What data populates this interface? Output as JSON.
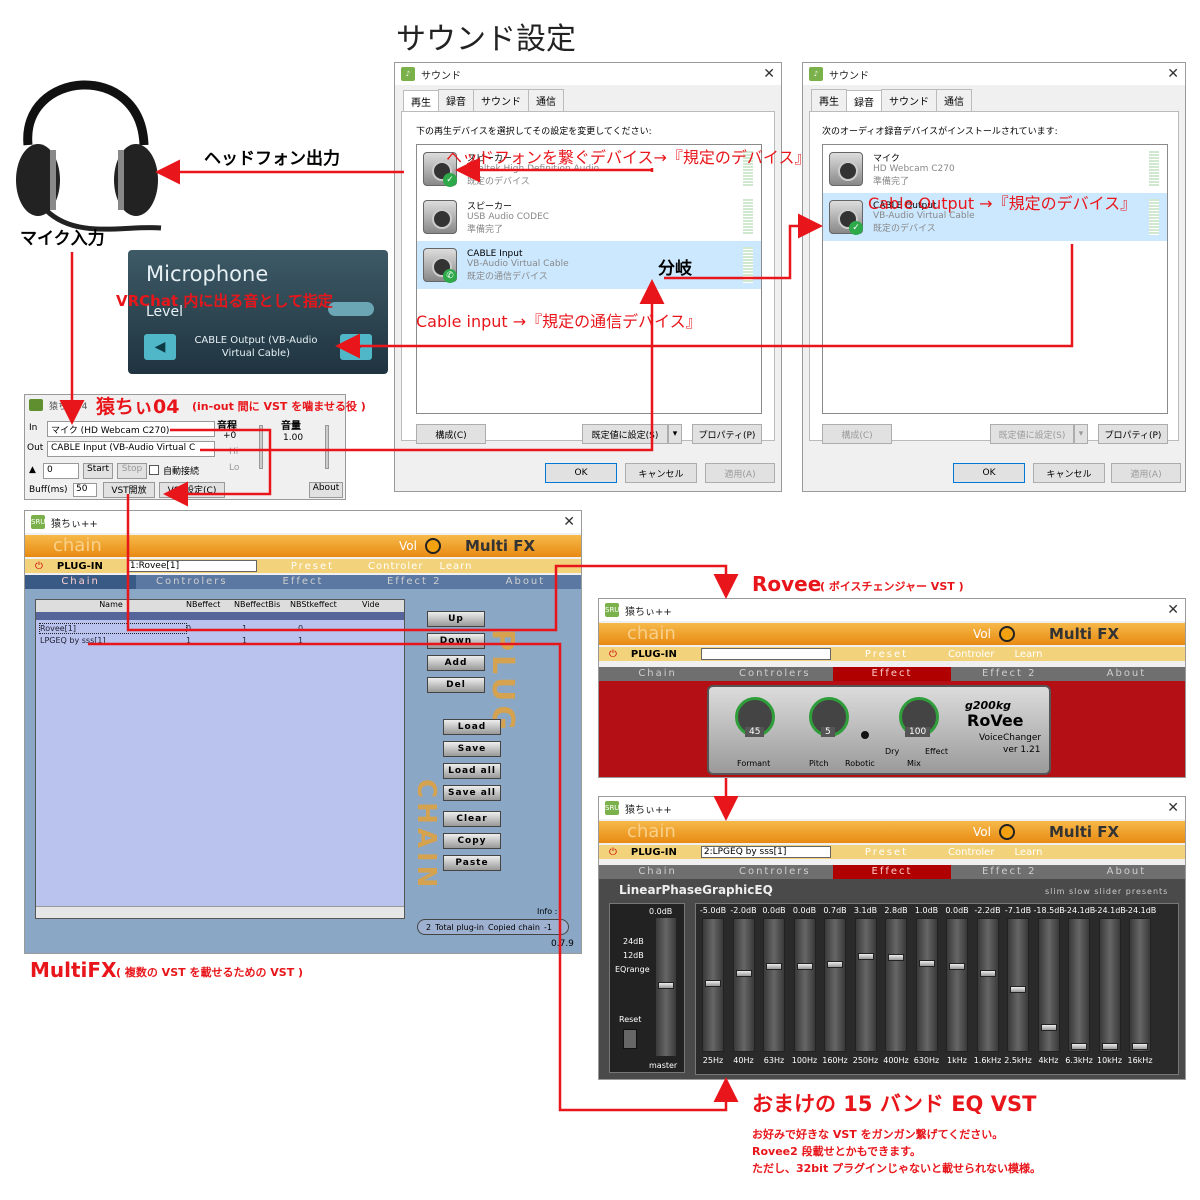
{
  "heading": "サウンド設定",
  "headphone": {
    "out_label": "ヘッドフォン出力",
    "mic_label": "マイク入力"
  },
  "playback_window": {
    "title": "サウンド",
    "tabs": [
      "再生",
      "録音",
      "サウンド",
      "通信"
    ],
    "instruction": "下の再生デバイスを選択してその設定を変更してください:",
    "devices": [
      {
        "name": "スピーカー",
        "desc": "Realtek High Definition Audio",
        "status": "既定のデバイス"
      },
      {
        "name": "スピーカー",
        "desc": "USB Audio CODEC",
        "status": "準備完了"
      },
      {
        "name": "CABLE Input",
        "desc": "VB-Audio Virtual Cable",
        "status": "既定の通信デバイス"
      }
    ],
    "configure": "構成(C)",
    "set_default": "既定値に設定(S)",
    "properties": "プロパティ(P)",
    "ok": "OK",
    "cancel": "キャンセル",
    "apply": "適用(A)"
  },
  "recording_window": {
    "title": "サウンド",
    "tabs": [
      "再生",
      "録音",
      "サウンド",
      "通信"
    ],
    "instruction": "次のオーディオ録音デバイスがインストールされています:",
    "devices": [
      {
        "name": "マイク",
        "desc": "HD Webcam C270",
        "status": "準備完了"
      },
      {
        "name": "CABLE Output",
        "desc": "VB-Audio Virtual Cable",
        "status": "既定のデバイス"
      }
    ],
    "configure": "構成(C)",
    "set_default": "既定値に設定(S)",
    "properties": "プロパティ(P)",
    "ok": "OK",
    "cancel": "キャンセル",
    "apply": "適用(A)"
  },
  "annotations": {
    "headphone_default": "ヘッドフォンを繋ぐデバイス→『規定のデバイス』",
    "cable_output_default": "Cable Output →『規定のデバイス』",
    "branch": "分岐",
    "cable_input_comm": "Cable input →『規定の通信デバイス』",
    "vrchat_mic": "VRChat 内に出る音として指定",
    "saruchi_title": "猿ちぃ04",
    "saruchi_sub": "(in-out 間に VST を噛ませる役 )",
    "rovee_title": "Rovee",
    "rovee_sub": "( ボイスチェンジャー VST )",
    "multifx_title": "MultiFX",
    "multifx_sub": "( 複数の VST を載せるための VST )",
    "eq_title": "おまけの 15 バンド EQ VST",
    "eq_note1": "お好みで好きな VST をガンガン繋げてください。",
    "eq_note2": "Rovee2 段載せとかもできます。",
    "eq_note3": "ただし、32bit プラグインじゃないと載せられない模様。"
  },
  "vrchat_panel": {
    "title": "Microphone",
    "level": "Level",
    "device": "CABLE Output (VB-Audio Virtual Cable)"
  },
  "saruchi04": {
    "title": "猿ちぃ04",
    "in_label": "In",
    "in_value": "マイク (HD Webcam C270)",
    "out_label": "Out",
    "out_value": "CABLE Input (VB-Audio Virtual C",
    "pitch_label": "音程",
    "pitch_value": "+0",
    "vol_label": "音量",
    "vol_value": "1.00",
    "hi": "Hi",
    "lo": "Lo",
    "num": "0",
    "start": "Start",
    "stop": "Stop",
    "auto": "自動接続",
    "buff_label": "Buff(ms)",
    "buff_value": "50",
    "vst_open": "VST開放",
    "vst_settings": "VST設定(C)",
    "about": "About"
  },
  "multifx_main": {
    "title": "猿ちぃ++",
    "chain": "chain",
    "vol": "Vol",
    "logo": "Multi FX",
    "plugin_label": "PLUG-IN",
    "plugin_value": "1:Rovee[1]",
    "preset": "Preset",
    "controler": "Controler",
    "learn": "Learn",
    "tabs": [
      "Chain",
      "Controlers",
      "Effect",
      "Effect 2",
      "About"
    ],
    "columns": [
      "Name",
      "NBeffect",
      "NBeffectBis",
      "NBStkeffect",
      "Vide"
    ],
    "rows": [
      [
        "Rovee[1]",
        "0",
        "1",
        "0",
        ""
      ],
      [
        "LPGEQ by sss[1]",
        "1",
        "1",
        "1",
        ""
      ]
    ],
    "side_buttons": [
      "Up",
      "Down",
      "Add",
      "Del",
      "Load",
      "Save",
      "Load all",
      "Save all",
      "Clear",
      "Copy",
      "Paste"
    ],
    "deco_plug": "PLUG",
    "deco_chain": "CHAIN",
    "info_label": "Info :",
    "total_value": "2",
    "total_label": "Total plug-in",
    "copied_label": "Copied chain",
    "copied_value": "-1",
    "version": "0.7.9"
  },
  "rovee_window": {
    "title": "猿ちぃ++",
    "chain": "chain",
    "vol": "Vol",
    "logo": "Multi FX",
    "plugin_label": "PLUG-IN",
    "plugin_value": "",
    "preset": "Preset",
    "controler": "Controler",
    "learn": "Learn",
    "tabs": [
      "Chain",
      "Controlers",
      "Effect",
      "Effect 2",
      "About"
    ],
    "knobs": [
      {
        "label": "Formant",
        "value": "45"
      },
      {
        "label": "Pitch",
        "value": "5"
      },
      {
        "label": "Mix",
        "value": "100"
      }
    ],
    "robotic": "Robotic",
    "dry": "Dry",
    "effect": "Effect",
    "brand": "g200kg",
    "name": "RoVee",
    "sub": "VoiceChanger",
    "ver": "ver 1.21"
  },
  "eq_window": {
    "title": "猿ちぃ++",
    "chain": "chain",
    "vol": "Vol",
    "logo": "Multi FX",
    "plugin_label": "PLUG-IN",
    "plugin_value": "2:LPGEQ by sss[1]",
    "preset": "Preset",
    "controler": "Controler",
    "learn": "Learn",
    "tabs": [
      "Chain",
      "Controlers",
      "Effect",
      "Effect 2",
      "About"
    ],
    "eq_name": "LinearPhaseGraphicEQ",
    "credit": "slim slow slider presents",
    "master_value": "0.0dB",
    "master_label": "master",
    "range_24": "24dB",
    "range_12": "12dB",
    "eqrange": "EQrange",
    "reset": "Reset",
    "bands": [
      {
        "freq": "25Hz",
        "db": "-5.0dB",
        "gain": -5.0
      },
      {
        "freq": "40Hz",
        "db": "-2.0dB",
        "gain": -2.0
      },
      {
        "freq": "63Hz",
        "db": "0.0dB",
        "gain": 0.0
      },
      {
        "freq": "100Hz",
        "db": "0.0dB",
        "gain": 0.0
      },
      {
        "freq": "160Hz",
        "db": "0.7dB",
        "gain": 0.7
      },
      {
        "freq": "250Hz",
        "db": "3.1dB",
        "gain": 3.1
      },
      {
        "freq": "400Hz",
        "db": "2.8dB",
        "gain": 2.8
      },
      {
        "freq": "630Hz",
        "db": "1.0dB",
        "gain": 1.0
      },
      {
        "freq": "1kHz",
        "db": "0.0dB",
        "gain": 0.0
      },
      {
        "freq": "1.6kHz",
        "db": "-2.2dB",
        "gain": -2.2
      },
      {
        "freq": "2.5kHz",
        "db": "-7.1dB",
        "gain": -7.1
      },
      {
        "freq": "4kHz",
        "db": "-18.5dB",
        "gain": -18.5
      },
      {
        "freq": "6.3kHz",
        "db": "-24.1dB",
        "gain": -24.1
      },
      {
        "freq": "10kHz",
        "db": "-24.1dB",
        "gain": -24.1
      },
      {
        "freq": "16kHz",
        "db": "-24.1dB",
        "gain": -24.1
      }
    ]
  }
}
